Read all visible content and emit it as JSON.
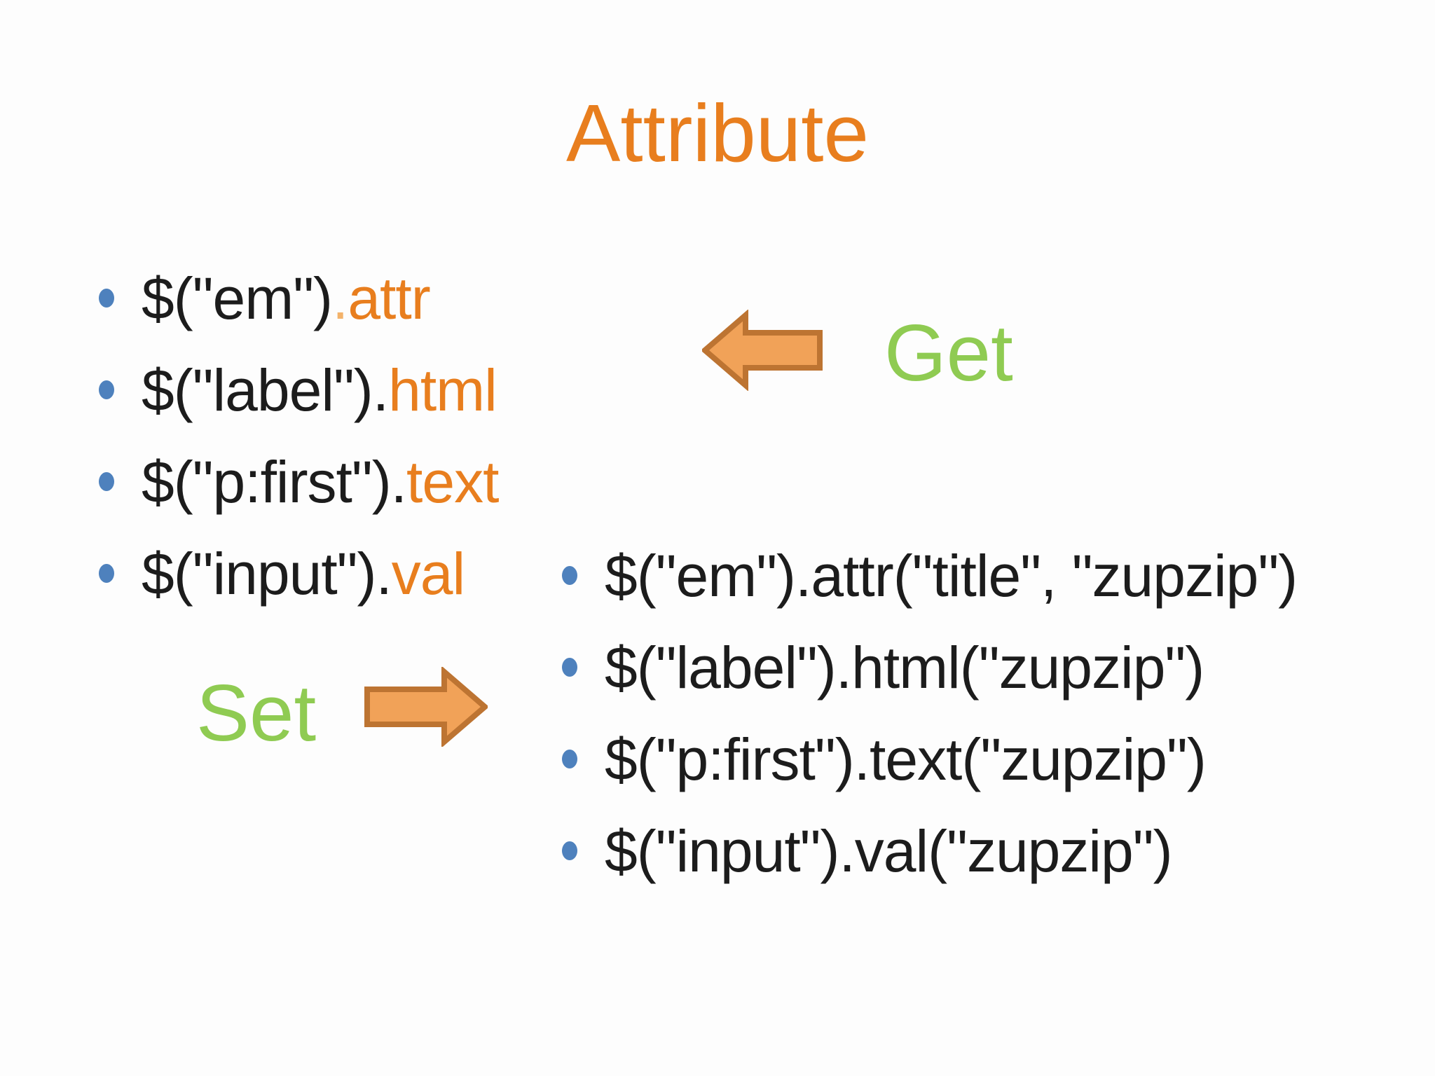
{
  "title": "Attribute",
  "left": {
    "items": [
      {
        "selector": "$(\"em\")",
        "dot": ".",
        "method": "attr"
      },
      {
        "selector": "$(\"label\")",
        "dot": ".",
        "method": "html"
      },
      {
        "selector": "$(\"p:first\")",
        "dot": ".",
        "method": "text"
      },
      {
        "selector": "$(\"input\")",
        "dot": ".",
        "method": "val"
      }
    ]
  },
  "right": {
    "items": [
      {
        "text": "$(\"em\").attr(\"title\", \"zupzip\")"
      },
      {
        "text": "$(\"label\").html(\"zupzip\")"
      },
      {
        "text": "$(\"p:first\").text(\"zupzip\")"
      },
      {
        "text": "$(\"input\").val(\"zupzip\")"
      }
    ]
  },
  "labels": {
    "get": "Get",
    "set": "Set"
  },
  "icons": {
    "left_arrow": "left-block-arrow",
    "right_arrow": "right-block-arrow",
    "bullet": "blue-dot-bullet"
  },
  "colors": {
    "title_orange": "#e87e1e",
    "method_orange": "#e87e1e",
    "light_dot_orange": "#f3b36b",
    "label_green": "#8fcb52",
    "bullet_blue": "#4e81bd",
    "arrow_fill": "#f1a258",
    "arrow_border": "#bd7432",
    "text_black": "#1c1c1c",
    "background": "#fdfdfd"
  }
}
